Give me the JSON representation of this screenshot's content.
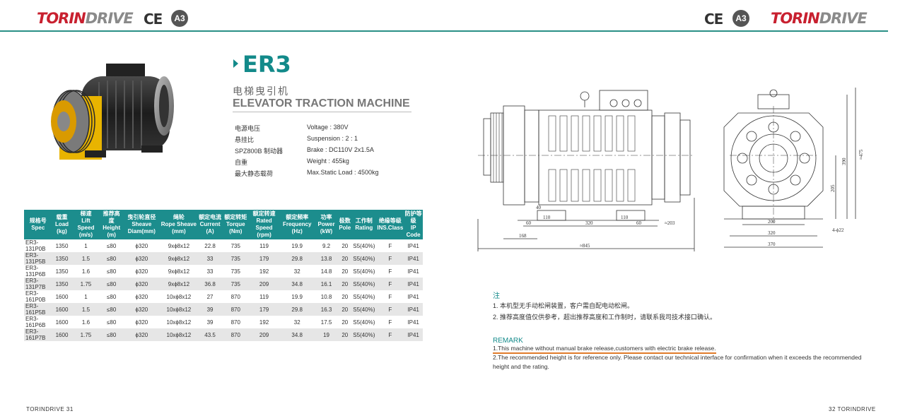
{
  "header": {
    "brand_left_a": "TORIN",
    "brand_left_b": "DRIVE",
    "ce": "CE",
    "badge": "A3",
    "brand_right_a": "TORIN",
    "brand_right_b": "DRIVE"
  },
  "product": {
    "model": "ER3",
    "title_cn": "电梯曳引机",
    "title_en": "ELEVATOR TRACTION MACHINE"
  },
  "specs": [
    {
      "cn": "电源电压",
      "en": "Voltage : 380V"
    },
    {
      "cn": "悬挂比",
      "en": "Suspension : 2 : 1"
    },
    {
      "cn": "SPZ800B 制动器",
      "en": "Brake : DC110V 2x1.5A"
    },
    {
      "cn": "自重",
      "en": "Weight : 455kg"
    },
    {
      "cn": "最大静态载荷",
      "en": "Max.Static Load : 4500kg"
    }
  ],
  "table": {
    "headers": [
      {
        "cn": "规格号",
        "en": "Spec"
      },
      {
        "cn": "载重",
        "en": "Load (kg)"
      },
      {
        "cn": "梯速",
        "en": "Lift Speed (m/s)"
      },
      {
        "cn": "推荐高度",
        "en": "Height (m)"
      },
      {
        "cn": "曳引轮直径",
        "en": "Sheave Diam(mm)"
      },
      {
        "cn": "绳轮",
        "en": "Rope Sheave (mm)"
      },
      {
        "cn": "额定电流",
        "en": "Current (A)"
      },
      {
        "cn": "额定转矩",
        "en": "Torque (Nm)"
      },
      {
        "cn": "额定转速",
        "en": "Rated Speed (rpm)"
      },
      {
        "cn": "额定频率",
        "en": "Frequency (Hz)"
      },
      {
        "cn": "功率",
        "en": "Power (kW)"
      },
      {
        "cn": "极数",
        "en": "Pole"
      },
      {
        "cn": "工作制",
        "en": "Rating"
      },
      {
        "cn": "绝缘等级",
        "en": "INS.Class"
      },
      {
        "cn": "防护等级",
        "en": "IP Code"
      }
    ],
    "rows": [
      [
        "ER3-131P0B",
        "1350",
        "1",
        "≤80",
        "ϕ320",
        "9xϕ8x12",
        "22.8",
        "735",
        "119",
        "19.9",
        "9.2",
        "20",
        "S5(40%)",
        "F",
        "IP41"
      ],
      [
        "ER3-131P5B",
        "1350",
        "1.5",
        "≤80",
        "ϕ320",
        "9xϕ8x12",
        "33",
        "735",
        "179",
        "29.8",
        "13.8",
        "20",
        "S5(40%)",
        "F",
        "IP41"
      ],
      [
        "ER3-131P6B",
        "1350",
        "1.6",
        "≤80",
        "ϕ320",
        "9xϕ8x12",
        "33",
        "735",
        "192",
        "32",
        "14.8",
        "20",
        "S5(40%)",
        "F",
        "IP41"
      ],
      [
        "ER3-131P7B",
        "1350",
        "1.75",
        "≤80",
        "ϕ320",
        "9xϕ8x12",
        "36.8",
        "735",
        "209",
        "34.8",
        "16.1",
        "20",
        "S5(40%)",
        "F",
        "IP41"
      ],
      [
        "ER3-161P0B",
        "1600",
        "1",
        "≤80",
        "ϕ320",
        "10xϕ8x12",
        "27",
        "870",
        "119",
        "19.9",
        "10.8",
        "20",
        "S5(40%)",
        "F",
        "IP41"
      ],
      [
        "ER3-161P5B",
        "1600",
        "1.5",
        "≤80",
        "ϕ320",
        "10xϕ8x12",
        "39",
        "870",
        "179",
        "29.8",
        "16.3",
        "20",
        "S5(40%)",
        "F",
        "IP41"
      ],
      [
        "ER3-161P6B",
        "1600",
        "1.6",
        "≤80",
        "ϕ320",
        "10xϕ8x12",
        "39",
        "870",
        "192",
        "32",
        "17.5",
        "20",
        "S5(40%)",
        "F",
        "IP41"
      ],
      [
        "ER3-161P7B",
        "1600",
        "1.75",
        "≤80",
        "ϕ320",
        "10xϕ8x12",
        "43.5",
        "870",
        "209",
        "34.8",
        "19",
        "20",
        "S5(40%)",
        "F",
        "IP41"
      ]
    ]
  },
  "drawing": {
    "dims_side": [
      "60",
      "320",
      "60",
      "≈203",
      "110",
      "110",
      "168",
      "≈845",
      "40"
    ],
    "dims_front": [
      "390",
      "≈475",
      "205",
      "200",
      "320",
      "370",
      "4-ϕ22"
    ]
  },
  "notes": {
    "cn_head": "注",
    "cn_1": "1. 本机型无手动松闸装置，客户需自配电动松闸。",
    "cn_2": "2. 推荐高度值仅供参考，超出推荐高度和工作制时，请联系我司技术接口确认。",
    "en_head": "REMARK",
    "en_1": "1.This machine without manual brake release,customers with electric brake release.",
    "en_2": "2.The recommended height is for reference only. Please contact our technical interface for confirmation when it exceeds the recommended height and the rating."
  },
  "footer": {
    "left": "TORINDRIVE  31",
    "right": "32  TORINDRIVE"
  },
  "colors": {
    "accent": "#138a8a",
    "brand_red": "#c8202f",
    "table_head": "#1c8d8d",
    "underline": "#e07b2a"
  }
}
